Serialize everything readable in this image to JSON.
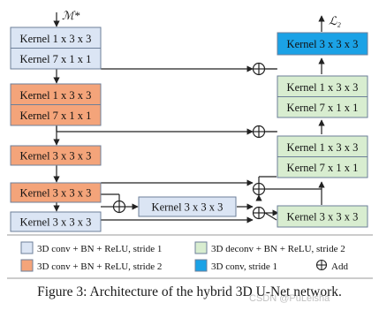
{
  "colors": {
    "blue_box": "#dbe5f4",
    "orange_box": "#f4a47a",
    "green_box": "#d8edd0",
    "cyan_box": "#1ba2e6",
    "box_stroke": "#6d7f99",
    "line": "#222222"
  },
  "inputs": {
    "top_label": "ℳ*"
  },
  "outputs": {
    "loss_label": "ℒ₂"
  },
  "encoder": {
    "block1": [
      "Kernel 1 x 3 x 3",
      "Kernel 7 x 1 x 1"
    ],
    "block2": [
      "Kernel 1 x 3 x 3",
      "Kernel 7 x 1 x 1"
    ],
    "block3": [
      "Kernel 3 x 3 x 3"
    ],
    "block4": [
      "Kernel 3 x 3 x 3"
    ],
    "block5": [
      "Kernel 3 x 3 x 3"
    ]
  },
  "bottleneck": {
    "label": "Kernel 3 x 3 x 3"
  },
  "decoder": {
    "out": "Kernel 3 x 3 x 3",
    "block1": [
      "Kernel 1 x 3 x 3",
      "Kernel 7 x 1 x 1"
    ],
    "block2": [
      "Kernel 1 x 3 x 3",
      "Kernel 7 x 1 x 1"
    ],
    "block3": [
      "Kernel 3 x 3 x 3"
    ]
  },
  "legend": {
    "blue": "3D conv + BN + ReLU, stride 1",
    "green": "3D deconv + BN + ReLU, stride 2",
    "orange": "3D conv + BN + ReLU, stride 2",
    "cyan": "3D conv, stride 1",
    "add": "Add"
  },
  "caption": "Figure 3: Architecture of the hybrid 3D U-Net network.",
  "watermark": "CSDN @PuLeisha"
}
